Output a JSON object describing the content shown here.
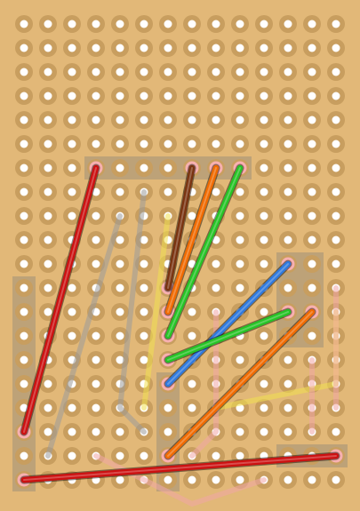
{
  "board": {
    "name": "stripboard-layout",
    "colors": {
      "board": "#e2b878",
      "pad": "#c89e5f",
      "hole": "#ffffff",
      "shadow": "rgba(120,120,120,0.35)"
    },
    "grid": {
      "columns": 14,
      "rows": 20
    }
  },
  "wires": [
    {
      "name": "wire-red-long-diagonal",
      "color": "red",
      "from": [
        3,
        6
      ],
      "to": [
        0,
        17
      ]
    },
    {
      "name": "wire-red-bottom",
      "color": "red",
      "from": [
        0,
        19
      ],
      "to": [
        13,
        18
      ]
    },
    {
      "name": "wire-brown",
      "color": "brown",
      "from": [
        7,
        6
      ],
      "to": [
        6,
        11
      ]
    },
    {
      "name": "wire-orange-upper",
      "color": "orange",
      "from": [
        8,
        6
      ],
      "to": [
        6,
        12
      ]
    },
    {
      "name": "wire-green-upper",
      "color": "green",
      "from": [
        9,
        6
      ],
      "to": [
        6,
        13
      ]
    },
    {
      "name": "wire-blue",
      "color": "blue",
      "from": [
        11,
        10
      ],
      "to": [
        6,
        15
      ]
    },
    {
      "name": "wire-green-lower",
      "color": "green",
      "from": [
        11,
        12
      ],
      "to": [
        6,
        14
      ]
    },
    {
      "name": "wire-orange-lower",
      "color": "orange",
      "from": [
        12,
        12
      ],
      "to": [
        6,
        18
      ]
    }
  ],
  "wire_colors": {
    "red": "#cc1111",
    "brown": "#7a3310",
    "orange": "#f06a00",
    "green": "#26c326",
    "blue": "#2f79dd",
    "yellow": "#f0e050",
    "pink": "#f0a6a6",
    "grey": "#9a9a9a"
  },
  "faint_traces": [
    {
      "name": "faint-wire-grey-left",
      "color": "grey",
      "points": [
        [
          4,
          8
        ],
        [
          1,
          18
        ]
      ]
    },
    {
      "name": "faint-wire-grey-loop",
      "color": "grey",
      "points": [
        [
          5,
          7
        ],
        [
          4,
          16
        ],
        [
          5,
          17
        ]
      ]
    },
    {
      "name": "faint-wire-yellow",
      "color": "yellow",
      "points": [
        [
          6,
          8
        ],
        [
          5,
          16
        ]
      ]
    },
    {
      "name": "faint-wire-pink-mid",
      "color": "pink",
      "points": [
        [
          8,
          12
        ],
        [
          8,
          17
        ],
        [
          7,
          18
        ]
      ]
    },
    {
      "name": "faint-wire-yellow-right",
      "color": "yellow",
      "points": [
        [
          8,
          16
        ],
        [
          13,
          15
        ],
        [
          13,
          12
        ]
      ]
    },
    {
      "name": "faint-wire-pink-right",
      "color": "pink",
      "points": [
        [
          12,
          14
        ],
        [
          12,
          17
        ]
      ]
    },
    {
      "name": "faint-wire-pink-far-right",
      "color": "pink",
      "points": [
        [
          13,
          11
        ],
        [
          13,
          16
        ]
      ]
    },
    {
      "name": "faint-wire-pink-bottom",
      "color": "pink",
      "points": [
        [
          3,
          18
        ],
        [
          7,
          20
        ],
        [
          10,
          19
        ]
      ]
    }
  ],
  "highlights": [
    {
      "name": "highlight-top-strip",
      "cols": [
        3,
        9
      ],
      "rows": [
        6,
        6
      ]
    },
    {
      "name": "highlight-left-strip",
      "cols": [
        0,
        0
      ],
      "rows": [
        11,
        19
      ]
    },
    {
      "name": "highlight-mid-column",
      "cols": [
        6,
        6
      ],
      "rows": [
        15,
        19
      ]
    },
    {
      "name": "highlight-right-block",
      "cols": [
        11,
        12
      ],
      "rows": [
        10,
        13
      ]
    },
    {
      "name": "highlight-bottom-right",
      "cols": [
        11,
        13
      ],
      "rows": [
        18,
        18
      ]
    }
  ]
}
